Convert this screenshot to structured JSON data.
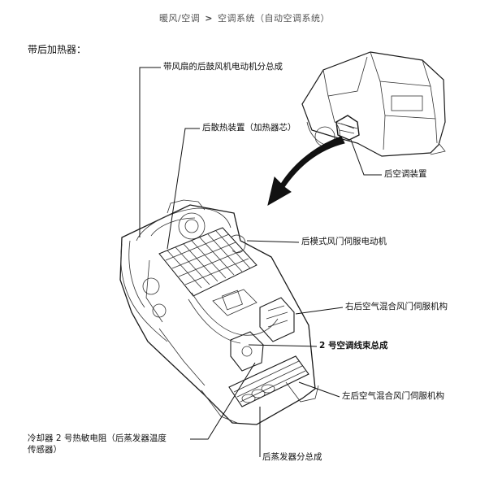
{
  "breadcrumb": {
    "part1": "暖风/空调",
    "separator": ">",
    "part2": "空调系统（自动空调系统）"
  },
  "section_title": "带后加热器：",
  "callouts": {
    "rear_blower": "带风扇的后鼓风机电动机分总成",
    "rear_heater_core": "后散热装置（加热器芯）",
    "rear_ac_unit": "后空调装置",
    "rear_mode_damper": "后模式风门伺服电动机",
    "right_air_mix": "右后空气混合风门伺服机构",
    "harness_no2": "2 号空调线束总成",
    "left_air_mix": "左后空气混合风门伺服机构",
    "thermistor_line1": "冷却器 2 号热敏电阻（后蒸发器温度",
    "thermistor_line2": "传感器）",
    "rear_evaporator": "后蒸发器分总成"
  },
  "colors": {
    "line": "#1a1a1a",
    "text": "#111111",
    "background": "#ffffff"
  }
}
